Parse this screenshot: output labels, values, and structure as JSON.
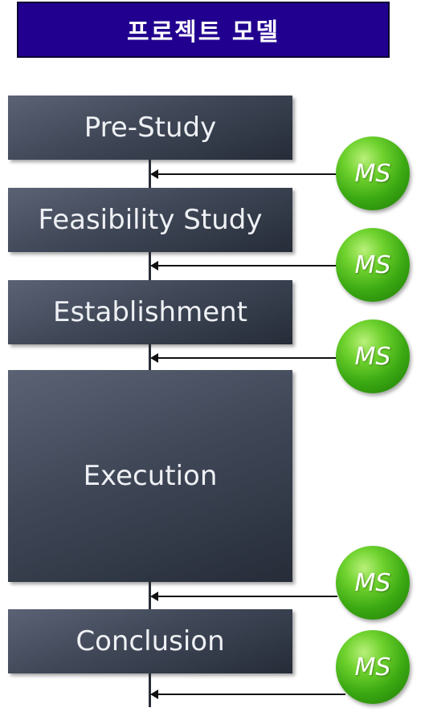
{
  "title": "프로젝트 모델",
  "phases": [
    {
      "label": "Pre-Study"
    },
    {
      "label": "Feasibility Study"
    },
    {
      "label": "Establishment"
    },
    {
      "label": "Execution"
    },
    {
      "label": "Conclusion"
    }
  ],
  "milestones": [
    {
      "label": "MS"
    },
    {
      "label": "MS"
    },
    {
      "label": "MS"
    },
    {
      "label": "MS"
    },
    {
      "label": "MS"
    }
  ],
  "colors": {
    "title_bg": "#22008f",
    "phase_bg": "#404858",
    "milestone": "#3aa812",
    "arrow": "#111111"
  }
}
